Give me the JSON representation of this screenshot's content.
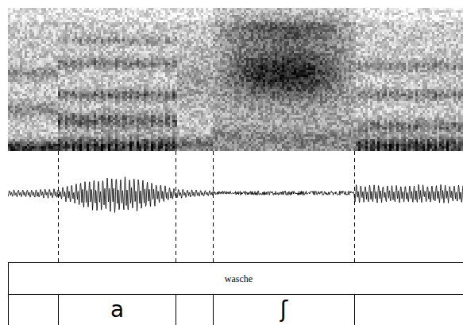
{
  "diagram": {
    "nodes": [
      {
        "text": [
          "wasche"
        ]
      },
      {
        "text": [
          "a"
        ]
      },
      {
        "text": [
          "ʃ"
        ]
      }
    ]
  }
}
